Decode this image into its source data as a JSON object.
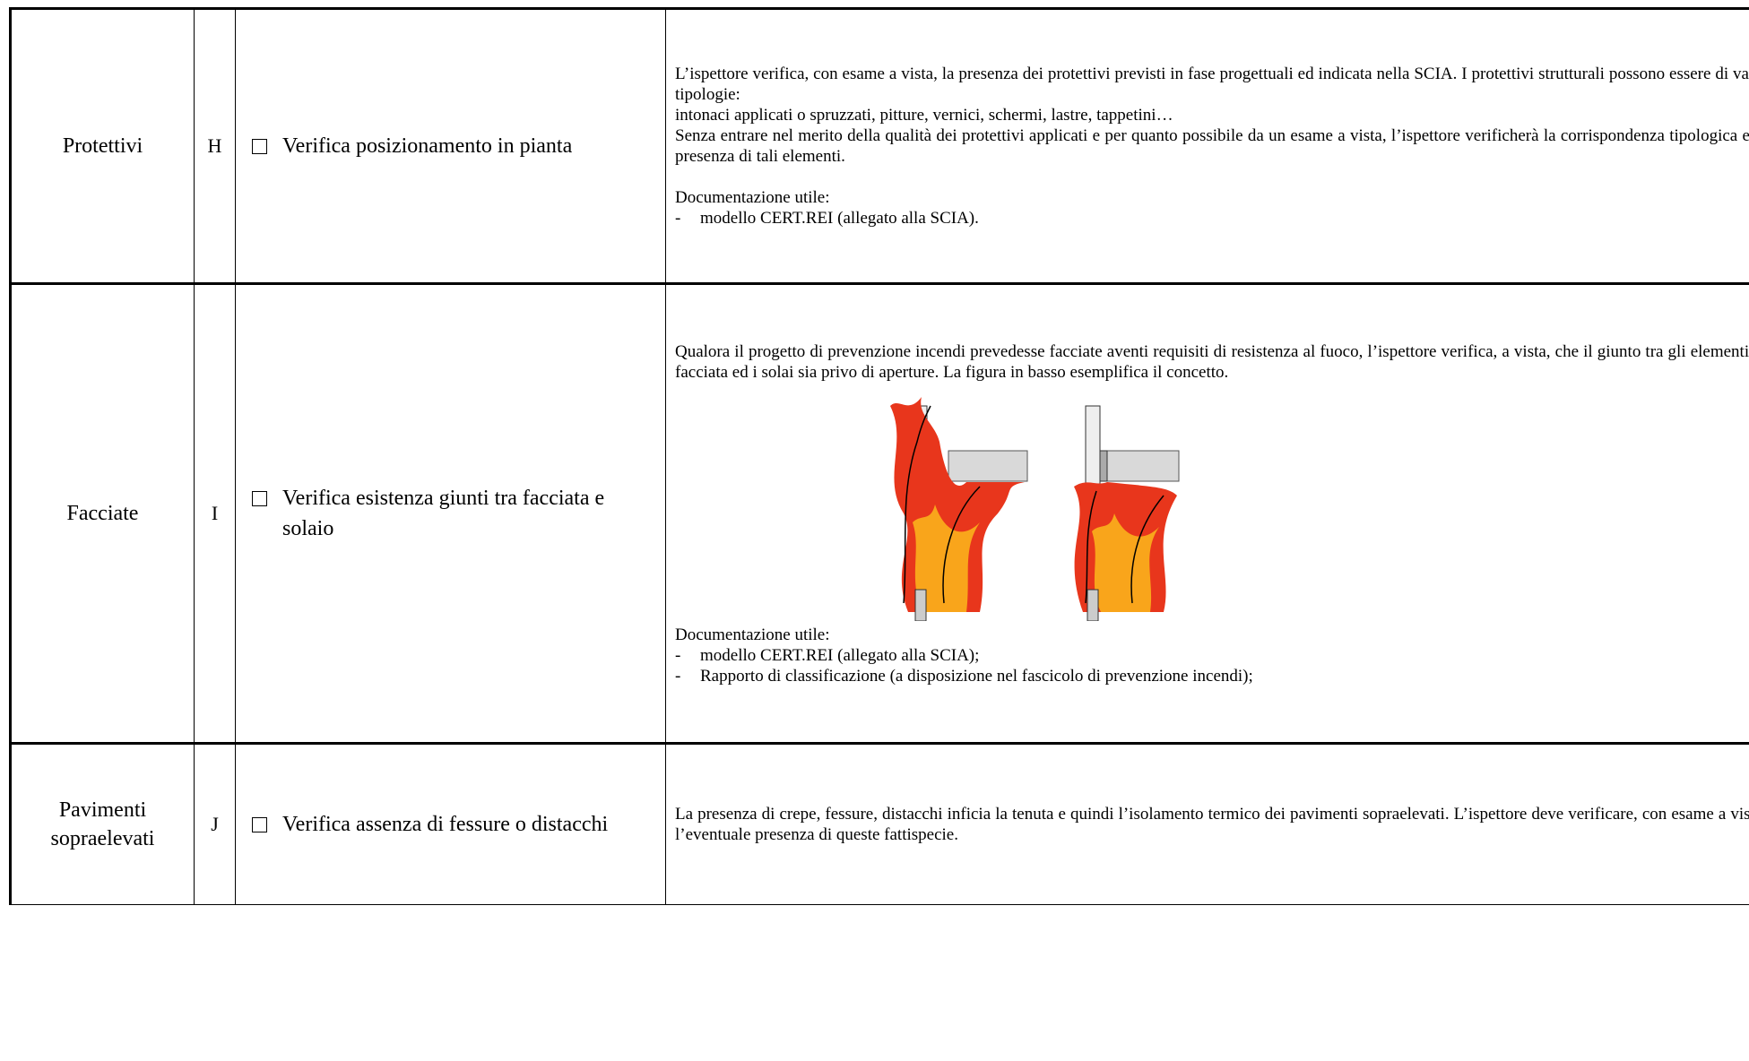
{
  "rows": [
    {
      "category": "Protettivi",
      "code": "H",
      "check": "Verifica posizionamento in pianta",
      "description": [
        "L’ispettore verifica, con esame a vista, la presenza dei protettivi previsti in fase progettuali ed indicata nella SCIA. I protettivi strutturali possono essere di varie tipologie:",
        "intonaci applicati o spruzzati, pitture, vernici, schermi, lastre, tappetini…",
        "Senza entrare nel merito della qualità dei protettivi applicati e per quanto possibile da un esame a vista, l’ispettore verificherà la corrispondenza tipologica e la presenza di tali elementi."
      ],
      "doc_title": "Documentazione utile:",
      "doc_items": [
        "modello CERT.REI (allegato alla SCIA)."
      ]
    },
    {
      "category": "Facciate",
      "code": "I",
      "check": "Verifica esistenza giunti tra facciata e solaio",
      "description": [
        "Qualora il progetto di prevenzione incendi prevedesse facciate aventi requisiti di resistenza al fuoco, l’ispettore verifica, a vista, che il giunto tra gli elementi di facciata ed i solai sia privo di aperture. La figura in basso esemplifica il concetto."
      ],
      "doc_title": "Documentazione utile:",
      "doc_items": [
        "modello CERT.REI (allegato alla SCIA);",
        "Rapporto di classificazione (a disposizione nel fascicolo di prevenzione incendi);"
      ]
    },
    {
      "category": "Pavimenti sopraelevati",
      "code": "J",
      "check": "Verifica assenza di fessure o distacchi",
      "description": [
        "La presenza di crepe, fessure, distacchi inficia la tenuta e quindi l’isolamento termico dei pavimenti sopraelevati. L’ispettore deve verificare, con esame a vista, l’eventuale presenza di queste fattispecie."
      ]
    }
  ],
  "colors": {
    "border": "#000000",
    "flame_outer": "#e8361c",
    "flame_inner": "#f9a51b",
    "slab": "#d9d9d9"
  },
  "list_marker": "-"
}
